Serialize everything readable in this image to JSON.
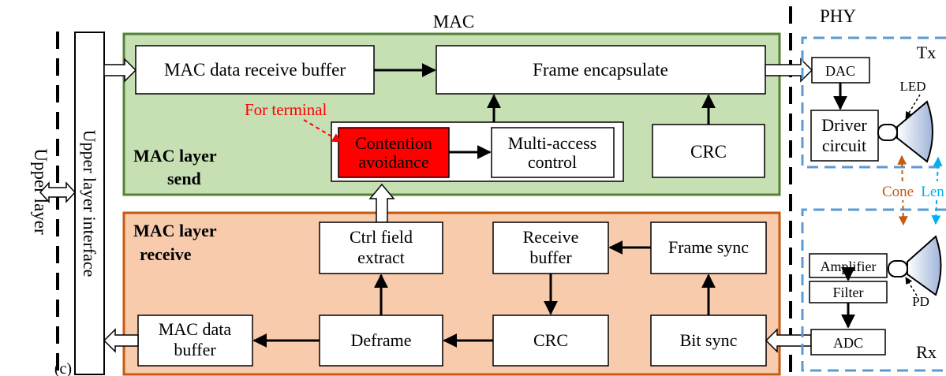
{
  "titles": {
    "mac": "MAC",
    "phy": "PHY"
  },
  "left": {
    "upper_layer": "Upper layer",
    "upper_layer_interface": "Upper layer interface",
    "panel_tag": "(c)"
  },
  "send": {
    "section_label_line1": "MAC layer",
    "section_label_line2": "send",
    "mac_data_receive_buffer": "MAC data receive buffer",
    "frame_encapsulate": "Frame encapsulate",
    "for_terminal": "For terminal",
    "contention_line1": "Contention",
    "contention_line2": "avoidance",
    "multi_access_line1": "Multi-access",
    "multi_access_line2": "control",
    "crc": "CRC"
  },
  "receive": {
    "section_label_line1": "MAC layer",
    "section_label_line2": "receive",
    "ctrl_field_line1": "Ctrl field",
    "ctrl_field_line2": "extract",
    "receive_buffer_line1": "Receive",
    "receive_buffer_line2": "buffer",
    "frame_sync": "Frame sync",
    "mac_data_buffer_line1": "MAC data",
    "mac_data_buffer_line2": "buffer",
    "deframe": "Deframe",
    "crc": "CRC",
    "bit_sync": "Bit sync"
  },
  "phy": {
    "tx": "Tx",
    "rx": "Rx",
    "dac": "DAC",
    "driver_line1": "Driver",
    "driver_line2": "circuit",
    "led": "LED",
    "cone": "Cone",
    "len": "Len",
    "amplifier": "Amplifier",
    "filter": "Filter",
    "adc": "ADC",
    "pd": "PD"
  },
  "colors": {
    "send_fill": "#c6e0b4",
    "send_border": "#548235",
    "receive_fill": "#f8cbad",
    "receive_border": "#c55a11",
    "contention_fill": "#ff0000",
    "for_terminal_text": "#ff0000",
    "phy_dash": "#5b9bd5",
    "cone_color": "#c55a11",
    "len_color": "#00b0f0"
  }
}
